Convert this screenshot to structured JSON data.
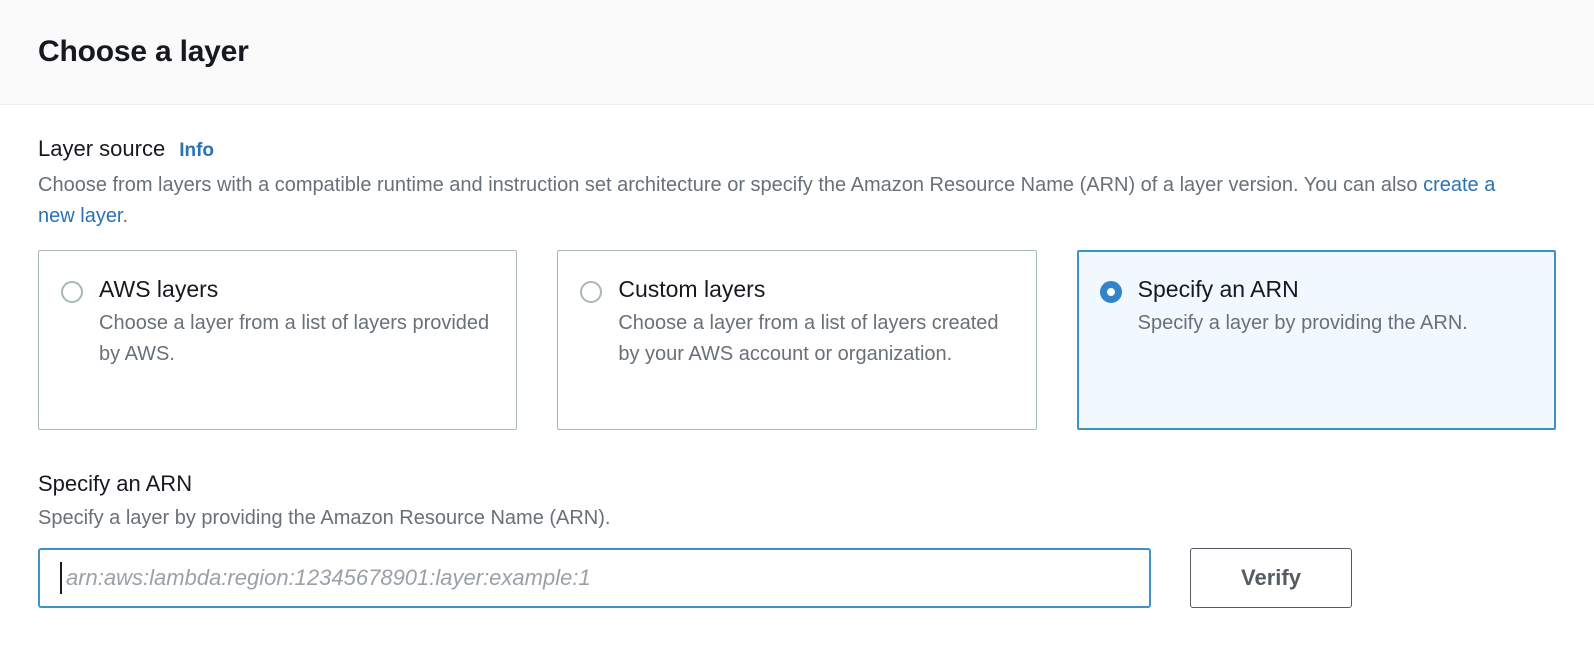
{
  "dialog": {
    "title": "Choose a layer"
  },
  "layer_source": {
    "label": "Layer source",
    "info_link": "Info",
    "description_part1": "Choose from layers with a compatible runtime and instruction set architecture or specify the Amazon Resource Name (ARN) of a layer version. You can also ",
    "description_link": "create a new layer",
    "description_part2": ".",
    "options": [
      {
        "title": "AWS layers",
        "description": "Choose a layer from a list of layers provided by AWS.",
        "selected": false
      },
      {
        "title": "Custom layers",
        "description": "Choose a layer from a list of layers created by your AWS account or organization.",
        "selected": false
      },
      {
        "title": "Specify an ARN",
        "description": "Specify a layer by providing the ARN.",
        "selected": true
      }
    ]
  },
  "arn_section": {
    "label": "Specify an ARN",
    "description": "Specify a layer by providing the Amazon Resource Name (ARN).",
    "input_placeholder": "arn:aws:lambda:region:12345678901:layer:example:1",
    "input_value": "",
    "verify_label": "Verify"
  },
  "colors": {
    "accent_blue": "#3f93c4",
    "link_blue": "#2a72b5",
    "radio_blue": "#3184c9",
    "selected_tile_bg": "#f1f8fe",
    "border_gray": "#aab7b8",
    "header_bg": "#fafafa",
    "text_dark": "#16191f",
    "text_muted": "#687078",
    "button_border": "#545b64"
  }
}
